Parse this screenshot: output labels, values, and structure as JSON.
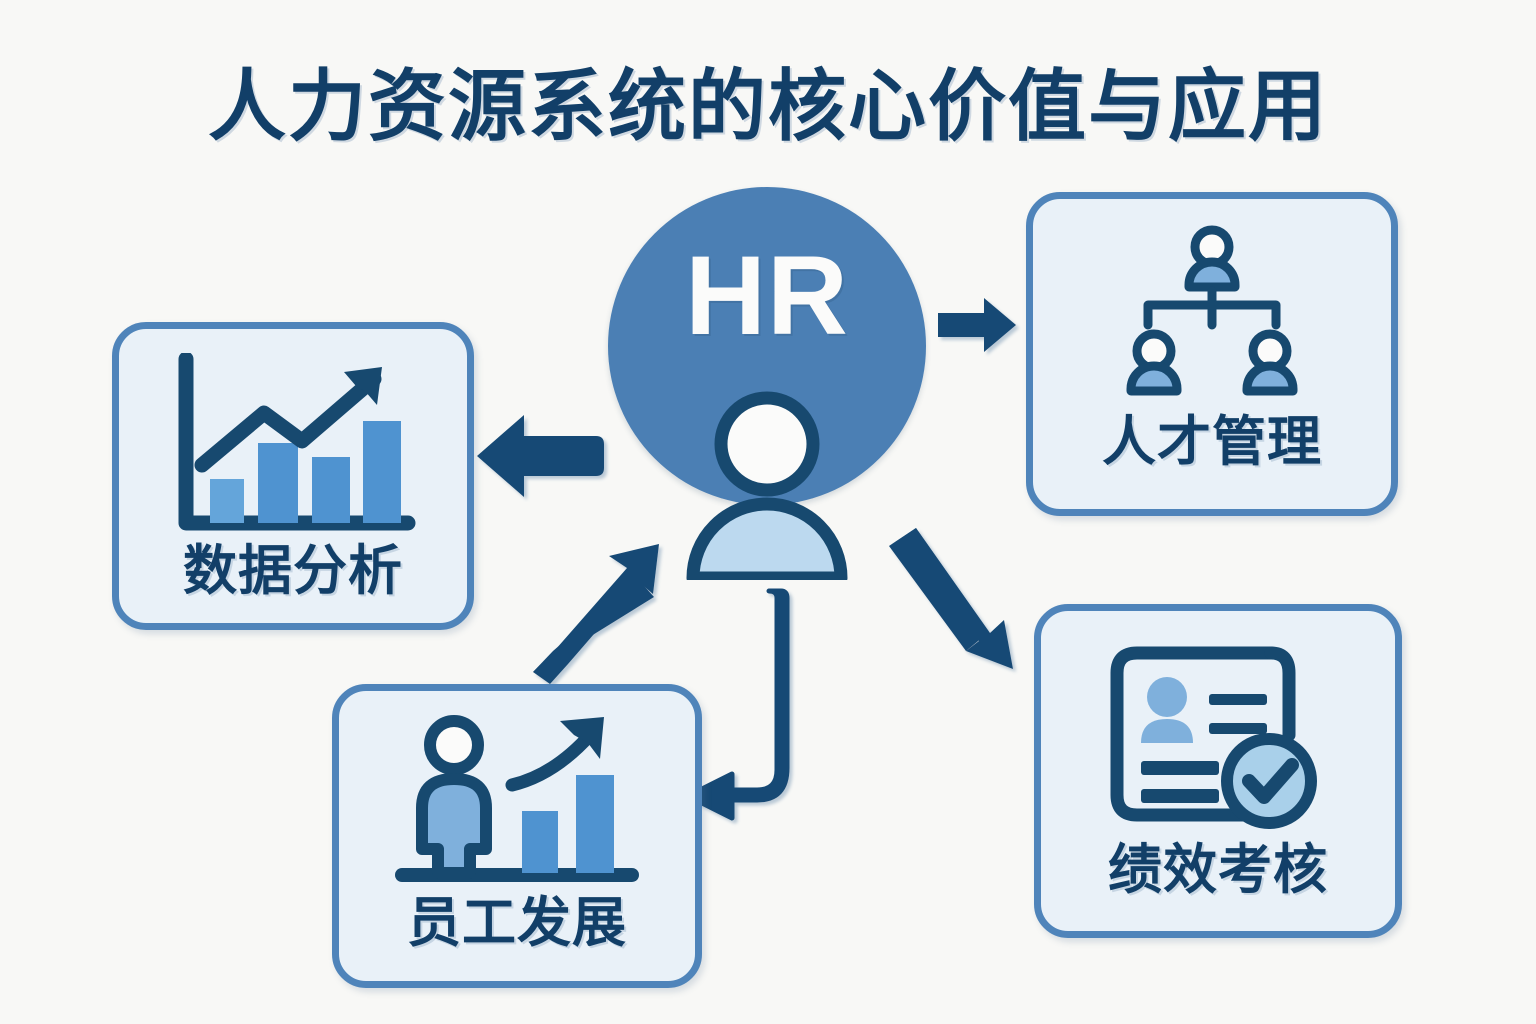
{
  "page": {
    "title": "人力资源系统的核心价值与应用",
    "background_color": "#f8f8f6"
  },
  "colors": {
    "navy": "#123f68",
    "hub_blue": "#4b7fb4",
    "card_border": "#4f84ba",
    "card_fill": "#e9f1f8",
    "icon_fill_light": "#7fb0dc",
    "icon_fill_pale": "#bcd9ef",
    "bar_blue": "#4f93d0"
  },
  "hub": {
    "label": "HR",
    "icon": "person-icon"
  },
  "cards": [
    {
      "id": "data",
      "label": "数据分析",
      "icon": "bar-chart-growth-icon",
      "position": "left"
    },
    {
      "id": "talent",
      "label": "人才管理",
      "icon": "org-chart-people-icon",
      "position": "top-right"
    },
    {
      "id": "employee",
      "label": "员工发展",
      "icon": "person-growth-chart-icon",
      "position": "bottom-left"
    },
    {
      "id": "perf",
      "label": "绩效考核",
      "icon": "document-check-icon",
      "position": "bottom-right"
    }
  ],
  "arrows": [
    {
      "id": "hub-to-data",
      "direction": "left",
      "icon": "arrow-left-icon"
    },
    {
      "id": "hub-to-talent",
      "direction": "right",
      "icon": "arrow-right-icon"
    },
    {
      "id": "hub-to-perf",
      "direction": "down-right",
      "icon": "arrow-down-right-icon"
    },
    {
      "id": "employee-to-hub",
      "direction": "up-right",
      "icon": "arrow-up-right-icon"
    },
    {
      "id": "hub-to-employee",
      "direction": "down-then-left",
      "icon": "arrow-curved-down-left-icon"
    }
  ],
  "chart_data": {
    "type": "diagram",
    "title": "人力资源系统的核心价值与应用",
    "center": "HR",
    "nodes": [
      "数据分析",
      "人才管理",
      "员工发展",
      "绩效考核"
    ],
    "edges": [
      {
        "from": "HR",
        "to": "数据分析"
      },
      {
        "from": "HR",
        "to": "人才管理"
      },
      {
        "from": "HR",
        "to": "绩效考核"
      },
      {
        "from": "HR",
        "to": "员工发展"
      },
      {
        "from": "员工发展",
        "to": "HR"
      }
    ],
    "data_analysis_bars": [
      30,
      72,
      55,
      92
    ],
    "employee_dev_bars": [
      58,
      92
    ]
  }
}
